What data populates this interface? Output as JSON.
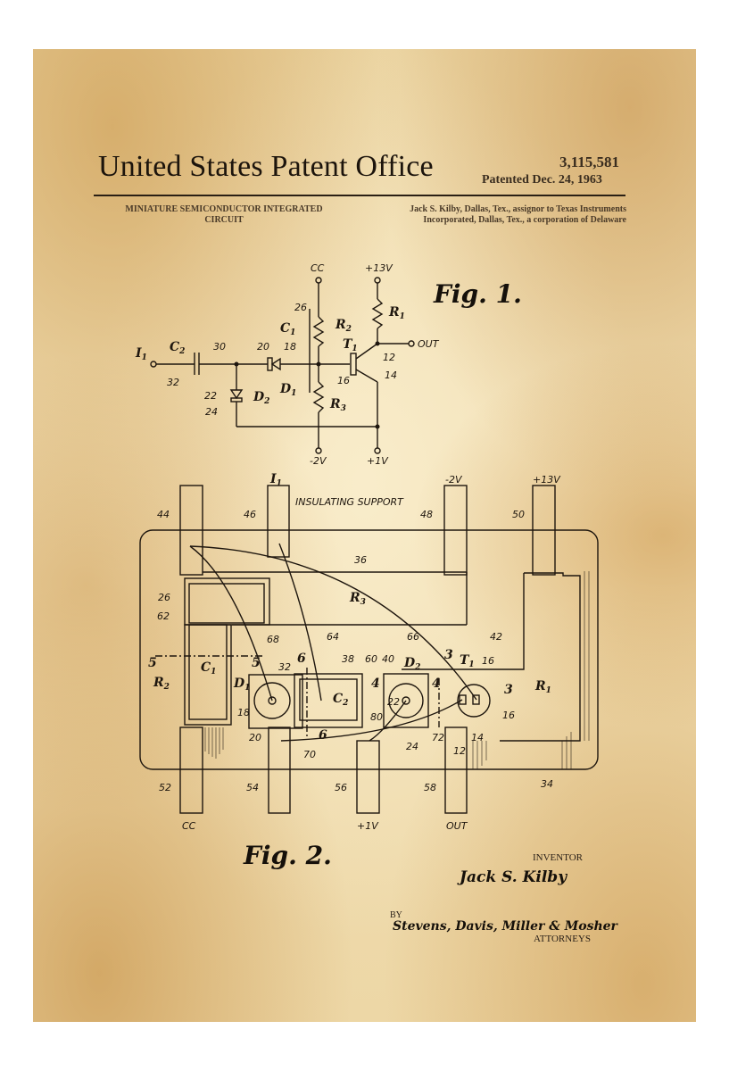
{
  "header": {
    "office_title": "United States Patent Office",
    "patent_number": "3,115,581",
    "patent_date": "Patented Dec. 24, 1963"
  },
  "invention": {
    "title_line1": "MINIATURE SEMICONDUCTOR INTEGRATED",
    "title_line2": "CIRCUIT"
  },
  "assignment": {
    "line1": "Jack S. Kilby, Dallas, Tex., assignor to Texas Instruments",
    "line2": "Incorporated, Dallas, Tex., a corporation of Delaware"
  },
  "figure1": {
    "caption": "Fig. 1.",
    "labels": {
      "cc": "CC",
      "plus13v": "+13V",
      "minus2v": "-2V",
      "plus1v": "+1V",
      "out": "OUT",
      "i1": "I1",
      "c2": "C2",
      "c1": "C1",
      "r1": "R1",
      "r2": "R2",
      "r3": "R3",
      "d1": "D1",
      "d2": "D2",
      "t1": "T1",
      "refs": [
        "30",
        "32",
        "20",
        "18",
        "26",
        "22",
        "24",
        "12",
        "14",
        "16"
      ]
    }
  },
  "figure2": {
    "caption": "Fig. 2.",
    "labels": {
      "insulating_support": "INSULATING SUPPORT",
      "top_terminals": [
        "I1",
        "-2V",
        "+13V"
      ],
      "bottom_terminals": [
        "CC",
        "+1V",
        "OUT"
      ],
      "refs": [
        "44",
        "46",
        "48",
        "50",
        "36",
        "26",
        "62",
        "68",
        "64",
        "66",
        "42",
        "38",
        "60",
        "40",
        "32",
        "18",
        "20",
        "70",
        "80",
        "22",
        "24",
        "72",
        "12",
        "14",
        "16",
        "34",
        "52",
        "54",
        "56",
        "58"
      ],
      "components": [
        "C1",
        "C2",
        "R1",
        "R2",
        "R3",
        "D1",
        "D2",
        "T1"
      ],
      "section_marks": [
        "3",
        "4",
        "5",
        "6"
      ]
    }
  },
  "signatures": {
    "inventor_label": "INVENTOR",
    "inventor_name": "Jack S. Kilby",
    "by_label": "BY",
    "attorneys_name": "Stevens, Davis, Miller & Mosher",
    "attorneys_label": "ATTORNEYS"
  },
  "colors": {
    "paper": "#efdcaf",
    "paper_stain": "#c48c3c",
    "ink": "#1e160e",
    "frame": "#ffffff"
  }
}
